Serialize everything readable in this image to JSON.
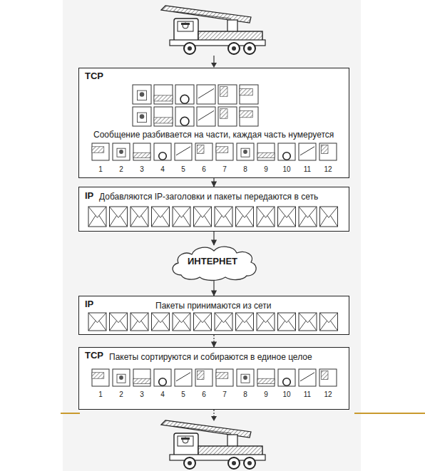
{
  "diagram": {
    "nodes": [
      {
        "text": [
          "TCP",
          "Сообщение разбивается на части, каждая часть нумеруется"
        ]
      },
      {
        "text": [
          "IP",
          "Добавляются IP-заголовки и пакеты передаются в сеть"
        ]
      },
      {
        "text": [
          "ИНТЕРНЕТ"
        ]
      },
      {
        "text": [
          "IP",
          "Пакеты принимаются из сети"
        ]
      },
      {
        "text": [
          "TCP",
          "Пакеты сортируются и собираются в единое целое"
        ]
      }
    ],
    "edges": [
      {
        "from": 0,
        "to": 1,
        "arrow": "to"
      },
      {
        "from": 1,
        "to": 2,
        "arrow": "to"
      },
      {
        "from": 2,
        "to": 3,
        "arrow": "to"
      },
      {
        "from": 3,
        "to": 4,
        "arrow": "to"
      }
    ],
    "labels": [
      "1",
      "2",
      "3",
      "4",
      "5",
      "6",
      "7",
      "8",
      "9",
      "10",
      "11",
      "12",
      "1",
      "2",
      "3",
      "4",
      "5",
      "6",
      "7",
      "8",
      "9",
      "10",
      "11",
      "12"
    ]
  }
}
